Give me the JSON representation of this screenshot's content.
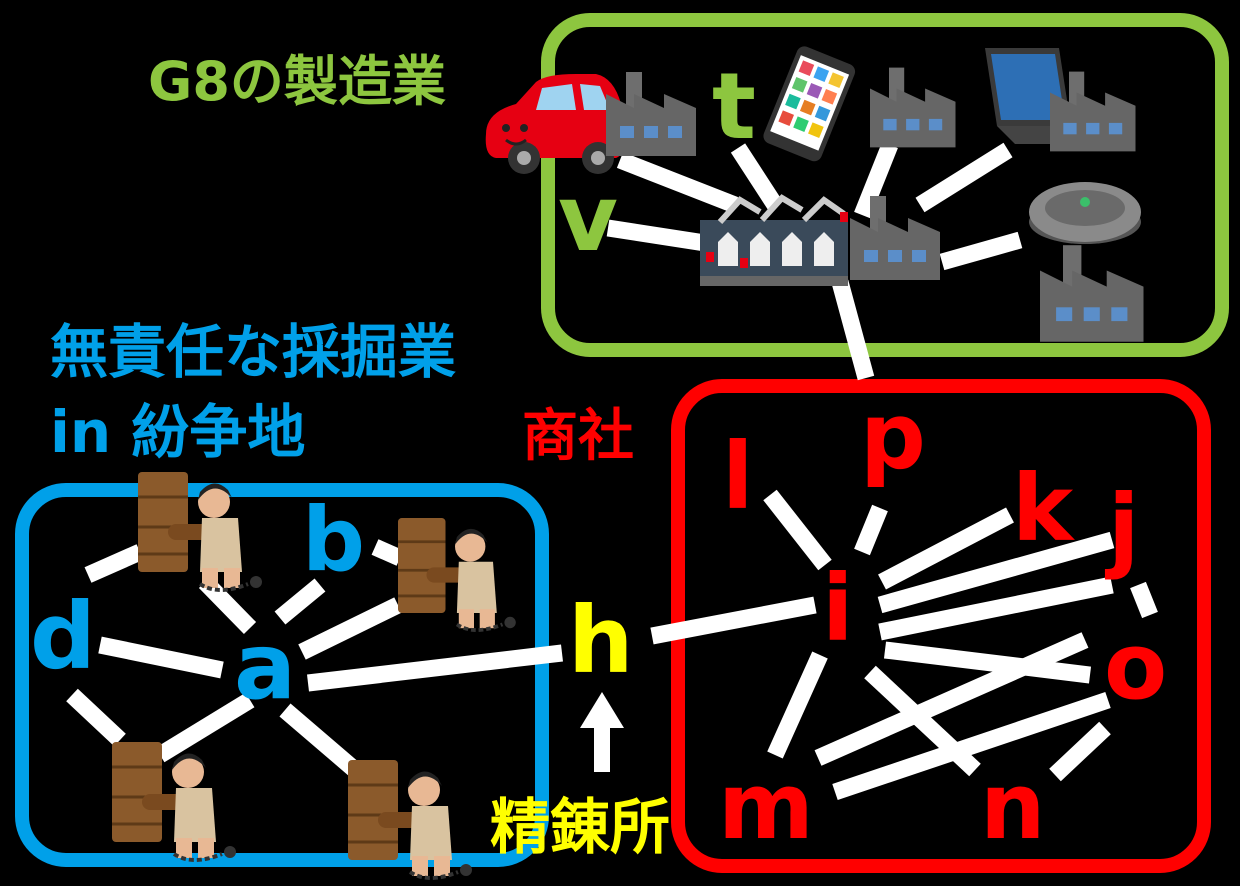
{
  "colors": {
    "background": "#000000",
    "manufacturing": "#8dc63f",
    "mining": "#00a0e9",
    "trading": "#ff0000",
    "refinery": "#ffff00",
    "edges": "#ffffff"
  },
  "groups": {
    "manufacturing": {
      "title": "G8の製造業"
    },
    "mining": {
      "title_line1": "無責任な採掘業",
      "title_line2": "in 紛争地"
    },
    "trading": {
      "title": "商社"
    },
    "refinery": {
      "title": "精錬所"
    }
  },
  "nodes": {
    "a": "a",
    "b": "b",
    "d": "d",
    "h": "h",
    "i": "i",
    "j": "j",
    "k": "k",
    "l": "l",
    "m": "m",
    "n": "n",
    "o": "o",
    "p": "p",
    "t": "t",
    "v": "v"
  },
  "icons": {
    "car": "car-icon",
    "factory": "factory-icon",
    "smartphone": "smartphone-icon",
    "laptop": "laptop-icon",
    "robot_vacuum": "robot-vacuum-icon",
    "assembly_line": "assembly-line-icon",
    "miner": "miner-pushing-log-icon"
  }
}
